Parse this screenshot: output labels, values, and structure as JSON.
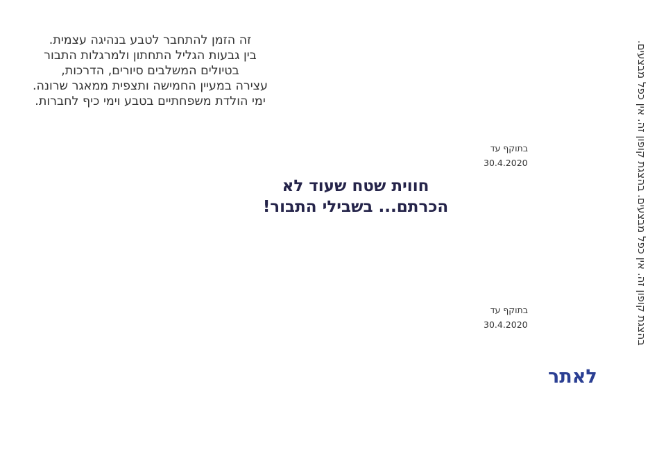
{
  "description": {
    "lines": [
      "זה הזמן להתחבר לטבע בנהיגה עצמית.",
      "בין גבעות הגליל התחתון ולמרגלות התבור",
      "בטיולים המשלבים סיורים, הדרכות,",
      "עצירה במעיין החמישה ותצפית ממאגר שרונה.",
      "ימי הולדת משפחתיים בטבע וימי כיף לחברות."
    ]
  },
  "coupons": [
    {
      "valid_label": "בתוקף עד",
      "valid_date": "30.4.2020"
    },
    {
      "valid_label": "בתוקף עד",
      "valid_date": "30.4.2020"
    }
  ],
  "headline": {
    "line1": "חווית שטח שעוד לא",
    "line2": "הכרתם... בשבילי התבור!"
  },
  "link": {
    "label": "לאתר"
  },
  "terms": [
    "בהצגת קופון זה. אין כפל מבצעים.",
    "בהצגת קופון זה. אין כפל מבצעים."
  ],
  "colors": {
    "headline": "#25244a",
    "link": "#2b3f93",
    "text": "#333333"
  }
}
